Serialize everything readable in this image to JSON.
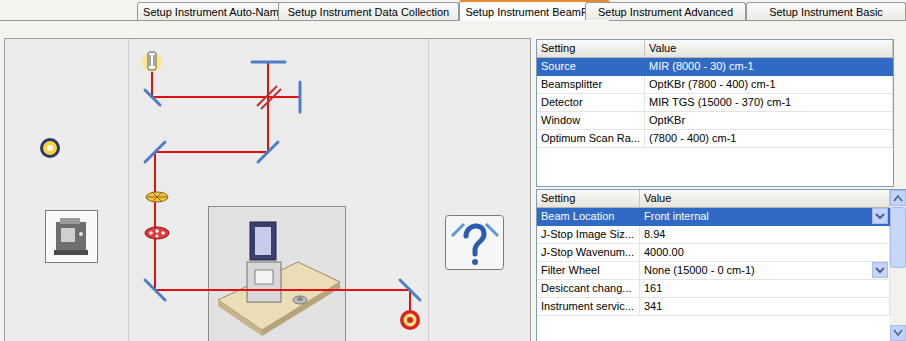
{
  "diagram": {
    "nodes": [
      {
        "text": [
          "Setup Instrument Auto-Name"
        ]
      },
      {
        "text": [
          "Setup Instrument Data Collection"
        ]
      },
      {
        "text": [
          "Setup Instrument BeamPath"
        ]
      },
      {
        "text": [
          "Setup Instrument Advanced"
        ]
      },
      {
        "text": [
          "Setup Instrument Basic"
        ]
      }
    ],
    "labels": [
      "Setting",
      "Value",
      "Source",
      "MIR (8000 - 30) cm-1",
      "Beamsplitter",
      "OptKBr (7800 - 400) cm-1",
      "Detector",
      "MIR TGS (15000 - 370) cm-1",
      "Window",
      "OptKBr",
      "Optimum Scan Ra...",
      "(7800 - 400) cm-1",
      "Setting",
      "Value",
      "Beam Location",
      "Front internal",
      "J-Stop Image Siz...",
      "8.94",
      "J-Stop Wavenum...",
      "4000.00",
      "Filter Wheel",
      "None (15000 - 0 cm-1)",
      "Desiccant chang...",
      "161",
      "Instrument servic...",
      "341"
    ]
  }
}
